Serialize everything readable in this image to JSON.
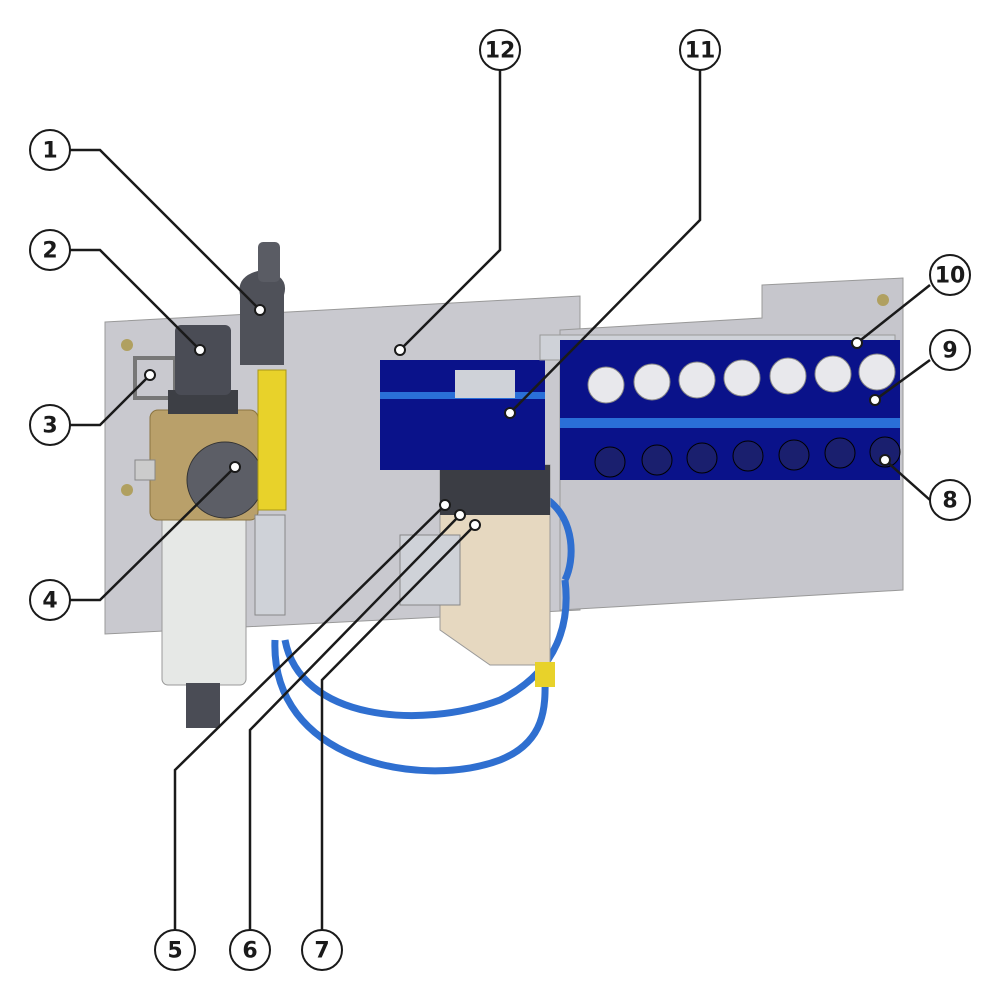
{
  "diagram": {
    "callouts": [
      {
        "label": "1"
      },
      {
        "label": "2"
      },
      {
        "label": "3"
      },
      {
        "label": "4"
      },
      {
        "label": "5"
      },
      {
        "label": "6"
      },
      {
        "label": "7"
      },
      {
        "label": "8"
      },
      {
        "label": "9"
      },
      {
        "label": "10"
      },
      {
        "label": "11"
      },
      {
        "label": "12"
      }
    ],
    "colors": {
      "panel": "#c9c9cf",
      "valve_blue": "#0a128a",
      "stripe_blue": "#2a6fd8",
      "hose_blue": "#2f6fd0",
      "brass": "#b9a06a",
      "yellow_fitting": "#e8d22a"
    }
  }
}
